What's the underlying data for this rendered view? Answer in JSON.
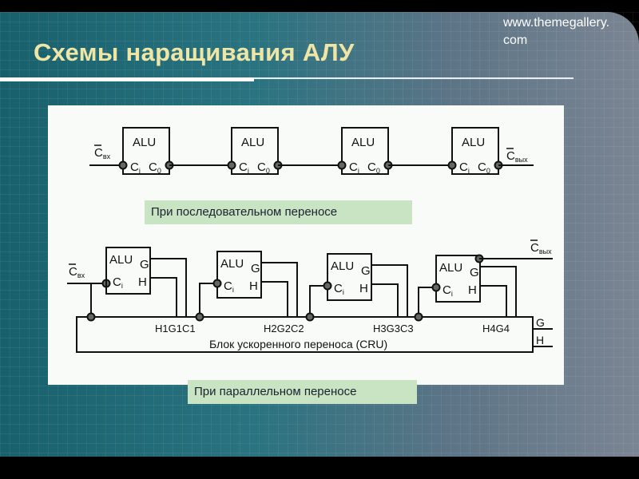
{
  "header": {
    "title": "Схемы наращивания АЛУ",
    "url": "www.themegallery.com"
  },
  "serial": {
    "caption": "При последовательном переносе",
    "block_label": "ALU",
    "ci": "C",
    "ci_sub": "i",
    "co": "C",
    "co_sub": "0",
    "input_label": "C",
    "input_sub": "вх",
    "output_label": "C",
    "output_sub": "вых"
  },
  "parallel": {
    "caption": "При параллельном переносе",
    "block_label": "ALU",
    "g": "G",
    "h": "H",
    "ci": "C",
    "ci_sub": "i",
    "input_label": "C",
    "input_sub": "вх",
    "output_label": "C",
    "output_sub": "вых",
    "cru_label": "Блок ускоренного переноса (CRU)",
    "taps": [
      "H1G1C1",
      "H2G2C2",
      "H3G3C3",
      "H4G4"
    ],
    "out_g": "G",
    "out_h": "H"
  }
}
